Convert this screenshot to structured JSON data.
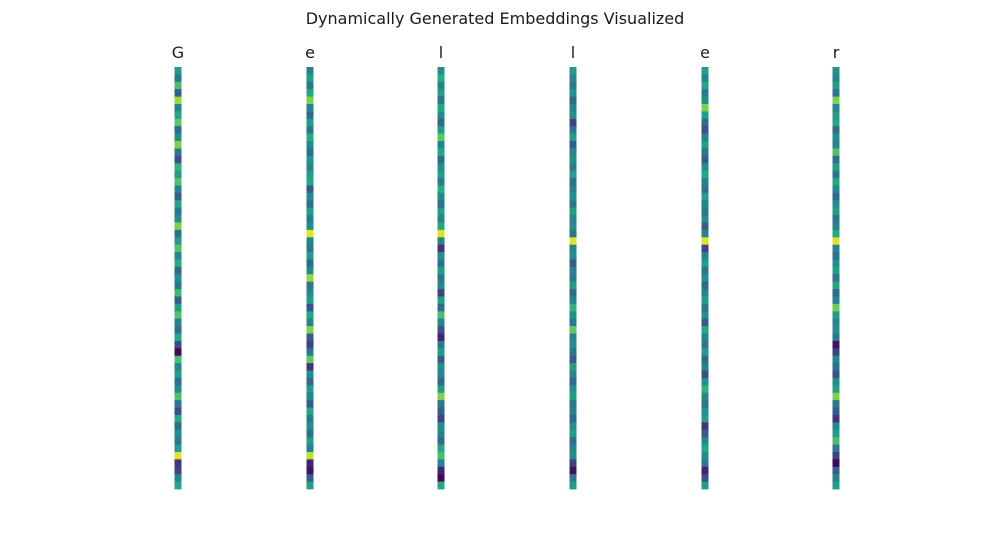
{
  "chart_data": {
    "type": "heatmap",
    "title": "Dynamically Generated Embeddings Visualized",
    "colormap": "viridis",
    "value_range": [
      0,
      1
    ],
    "axis": "off",
    "panels": [
      {
        "label": "G",
        "values": [
          0.55,
          0.4,
          0.7,
          0.3,
          0.85,
          0.45,
          0.6,
          0.75,
          0.35,
          0.5,
          0.8,
          0.4,
          0.25,
          0.65,
          0.55,
          0.72,
          0.45,
          0.3,
          0.6,
          0.4,
          0.5,
          0.8,
          0.38,
          0.55,
          0.72,
          0.45,
          0.62,
          0.35,
          0.5,
          0.4,
          0.68,
          0.3,
          0.55,
          0.72,
          0.45,
          0.38,
          0.6,
          0.22,
          0.02,
          0.7,
          0.45,
          0.55,
          0.38,
          0.5,
          0.72,
          0.4,
          0.25,
          0.6,
          0.35,
          0.5,
          0.42,
          0.55,
          0.95,
          0.15,
          0.2,
          0.45,
          0.6
        ]
      },
      {
        "label": "e",
        "values": [
          0.45,
          0.55,
          0.4,
          0.6,
          0.8,
          0.45,
          0.35,
          0.55,
          0.4,
          0.62,
          0.48,
          0.38,
          0.52,
          0.45,
          0.55,
          0.6,
          0.3,
          0.48,
          0.38,
          0.55,
          0.42,
          0.5,
          0.95,
          0.45,
          0.4,
          0.55,
          0.35,
          0.5,
          0.85,
          0.4,
          0.48,
          0.55,
          0.25,
          0.6,
          0.45,
          0.8,
          0.3,
          0.2,
          0.4,
          0.75,
          0.15,
          0.5,
          0.35,
          0.55,
          0.45,
          0.3,
          0.6,
          0.42,
          0.5,
          0.38,
          0.55,
          0.45,
          0.9,
          0.1,
          0.05,
          0.3,
          0.55
        ]
      },
      {
        "label": "l",
        "values": [
          0.5,
          0.62,
          0.45,
          0.55,
          0.4,
          0.6,
          0.48,
          0.35,
          0.55,
          0.75,
          0.45,
          0.6,
          0.35,
          0.5,
          0.55,
          0.42,
          0.62,
          0.48,
          0.38,
          0.55,
          0.45,
          0.6,
          0.95,
          0.45,
          0.15,
          0.5,
          0.38,
          0.55,
          0.4,
          0.48,
          0.2,
          0.55,
          0.35,
          0.7,
          0.45,
          0.25,
          0.1,
          0.4,
          0.55,
          0.3,
          0.5,
          0.45,
          0.35,
          0.55,
          0.8,
          0.4,
          0.3,
          0.2,
          0.5,
          0.45,
          0.35,
          0.6,
          0.7,
          0.45,
          0.1,
          0.02,
          0.6
        ]
      },
      {
        "label": "l",
        "values": [
          0.55,
          0.48,
          0.4,
          0.52,
          0.35,
          0.45,
          0.5,
          0.2,
          0.4,
          0.55,
          0.3,
          0.45,
          0.5,
          0.42,
          0.55,
          0.38,
          0.45,
          0.5,
          0.4,
          0.55,
          0.45,
          0.5,
          0.38,
          0.95,
          0.45,
          0.5,
          0.3,
          0.45,
          0.4,
          0.55,
          0.35,
          0.45,
          0.65,
          0.5,
          0.4,
          0.75,
          0.45,
          0.5,
          0.4,
          0.3,
          0.55,
          0.45,
          0.35,
          0.5,
          0.55,
          0.4,
          0.45,
          0.35,
          0.5,
          0.55,
          0.38,
          0.45,
          0.5,
          0.2,
          0.05,
          0.4,
          0.55
        ]
      },
      {
        "label": "e",
        "values": [
          0.55,
          0.45,
          0.6,
          0.4,
          0.5,
          0.8,
          0.55,
          0.35,
          0.25,
          0.45,
          0.55,
          0.4,
          0.3,
          0.5,
          0.6,
          0.45,
          0.38,
          0.55,
          0.45,
          0.4,
          0.5,
          0.3,
          0.45,
          0.95,
          0.2,
          0.45,
          0.55,
          0.4,
          0.5,
          0.35,
          0.45,
          0.55,
          0.4,
          0.5,
          0.3,
          0.6,
          0.45,
          0.4,
          0.55,
          0.35,
          0.45,
          0.25,
          0.5,
          0.65,
          0.45,
          0.4,
          0.5,
          0.55,
          0.15,
          0.3,
          0.45,
          0.6,
          0.5,
          0.4,
          0.1,
          0.25,
          0.55
        ]
      },
      {
        "label": "r",
        "values": [
          0.5,
          0.45,
          0.55,
          0.4,
          0.8,
          0.45,
          0.55,
          0.6,
          0.35,
          0.5,
          0.45,
          0.72,
          0.38,
          0.55,
          0.4,
          0.6,
          0.45,
          0.35,
          0.5,
          0.55,
          0.4,
          0.45,
          0.6,
          0.95,
          0.45,
          0.38,
          0.5,
          0.55,
          0.4,
          0.6,
          0.35,
          0.45,
          0.78,
          0.55,
          0.45,
          0.5,
          0.4,
          0.05,
          0.2,
          0.45,
          0.38,
          0.25,
          0.5,
          0.55,
          0.8,
          0.4,
          0.3,
          0.15,
          0.45,
          0.55,
          0.7,
          0.4,
          0.2,
          0.02,
          0.3,
          0.45,
          0.55
        ]
      }
    ]
  }
}
